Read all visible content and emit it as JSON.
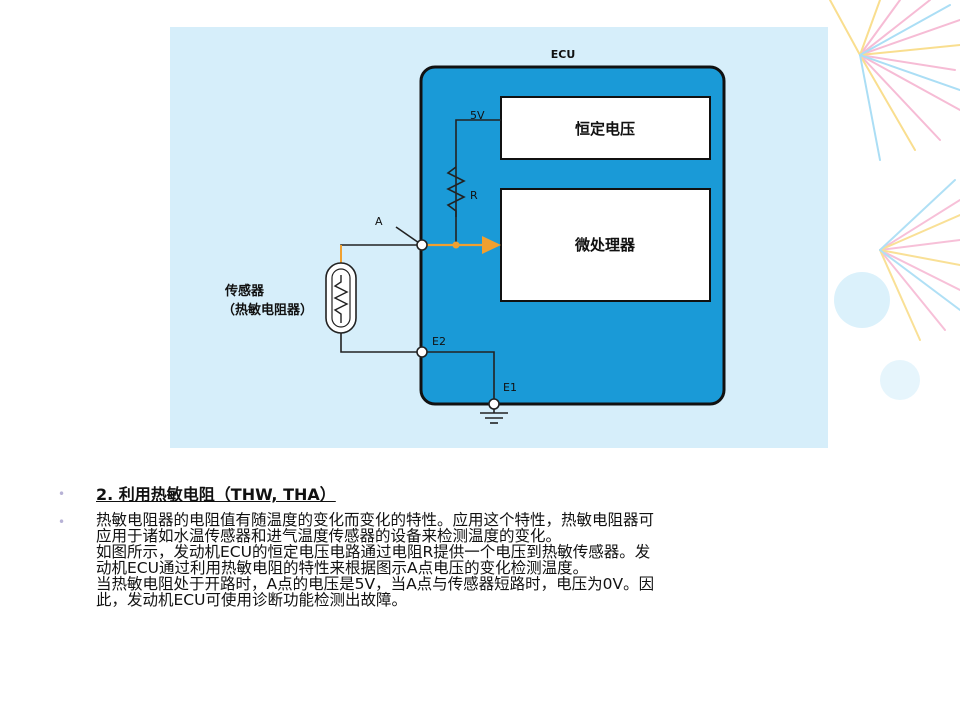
{
  "diagram": {
    "ecu_label": "ECU",
    "constant_voltage_label": "恒定电压",
    "microprocessor_label": "微处理器",
    "voltage_5v_label": "5V",
    "resistor_label": "R",
    "point_a_label": "A",
    "e2_label": "E2",
    "e1_label": "E1",
    "sensor_label_line1": "传感器",
    "sensor_label_line2": "（热敏电阻器）",
    "colors": {
      "panel_bg": "#d6eefa",
      "ecu_fill": "#1a9ad7",
      "box_fill": "#ffffff",
      "wire": "#222222",
      "signal": "#f0a030"
    }
  },
  "text": {
    "heading": "2. 利用热敏电阻（THW, THA）",
    "paragraph_lines": [
      "热敏电阻器的电阻值有随温度的变化而变化的特性。应用这个特性，热敏电阻器可",
      "应用于诸如水温传感器和进气温度传感器的设备来检测温度的变化。",
      "如图所示，发动机ECU的恒定电压电路通过电阻R提供一个电压到热敏传感器。发",
      "动机ECU通过利用热敏电阻的特性来根据图示A点电压的变化检测温度。",
      "当热敏电阻处于开路时，A点的电压是5V，当A点与传感器短路时，电压为0V。因",
      "此，发动机ECU可使用诊断功能检测出故障。"
    ]
  }
}
